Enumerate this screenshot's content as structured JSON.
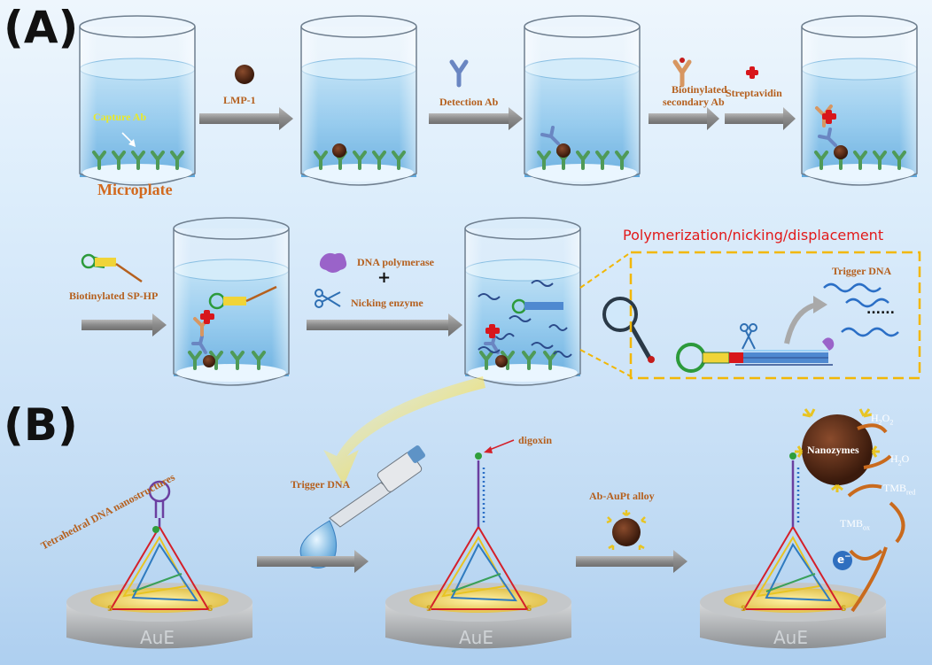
{
  "panels": {
    "a": "(A)",
    "b": "(B)"
  },
  "panel_a": {
    "capture_ab": "Capture Ab",
    "microplate": "Microplate",
    "lmp1": "LMP-1",
    "detection_ab": "Detection Ab",
    "biotinylated_secondary_1": "Biotinylated",
    "biotinylated_secondary_2": "secondary Ab",
    "streptavidin": "Streptavidin",
    "biotinylated_sphp": "Biotinylated SP-HP",
    "dna_polymerase": "DNA polymerase",
    "plus": "+",
    "nicking_enzyme": "Nicking enzyme",
    "pnd_title": "Polymerization/nicking/displacement",
    "trigger_dna_inset": "Trigger DNA",
    "dots": "......"
  },
  "panel_b": {
    "tetrahedral": "Tetrahedral DNA nanostructures",
    "trigger_dna": "Trigger DNA",
    "digoxin": "digoxin",
    "ab_aupt": "Ab-AuPt alloy",
    "nanozymes": "Nanozymes",
    "h2o2_main": "H",
    "h2o2_sub1": "2",
    "h2o2_mid": "O",
    "h2o2_sub2": "2",
    "h2o_main": "H",
    "h2o_sub": "2",
    "h2o_end": "O",
    "tmb_red": "TMB",
    "tmb_red_sub": "red",
    "tmb_ox": "TMB",
    "tmb_ox_sub": "ox",
    "electron": "e",
    "electron_sup": "−",
    "electrode": "AuE",
    "s": "S"
  },
  "colors": {
    "arrow": "#8f8f8f",
    "orange_text": "#b5601e",
    "dashed_box": "#f2b705",
    "title_red": "#e21a1a",
    "yellow_label": "#e9e92a",
    "electrode_gold": "#e8d36a",
    "tetra_red": "#d4202a",
    "tetra_yellow": "#e8c423",
    "tetra_blue": "#2f7bbf",
    "tetra_green": "#3aa05a"
  }
}
